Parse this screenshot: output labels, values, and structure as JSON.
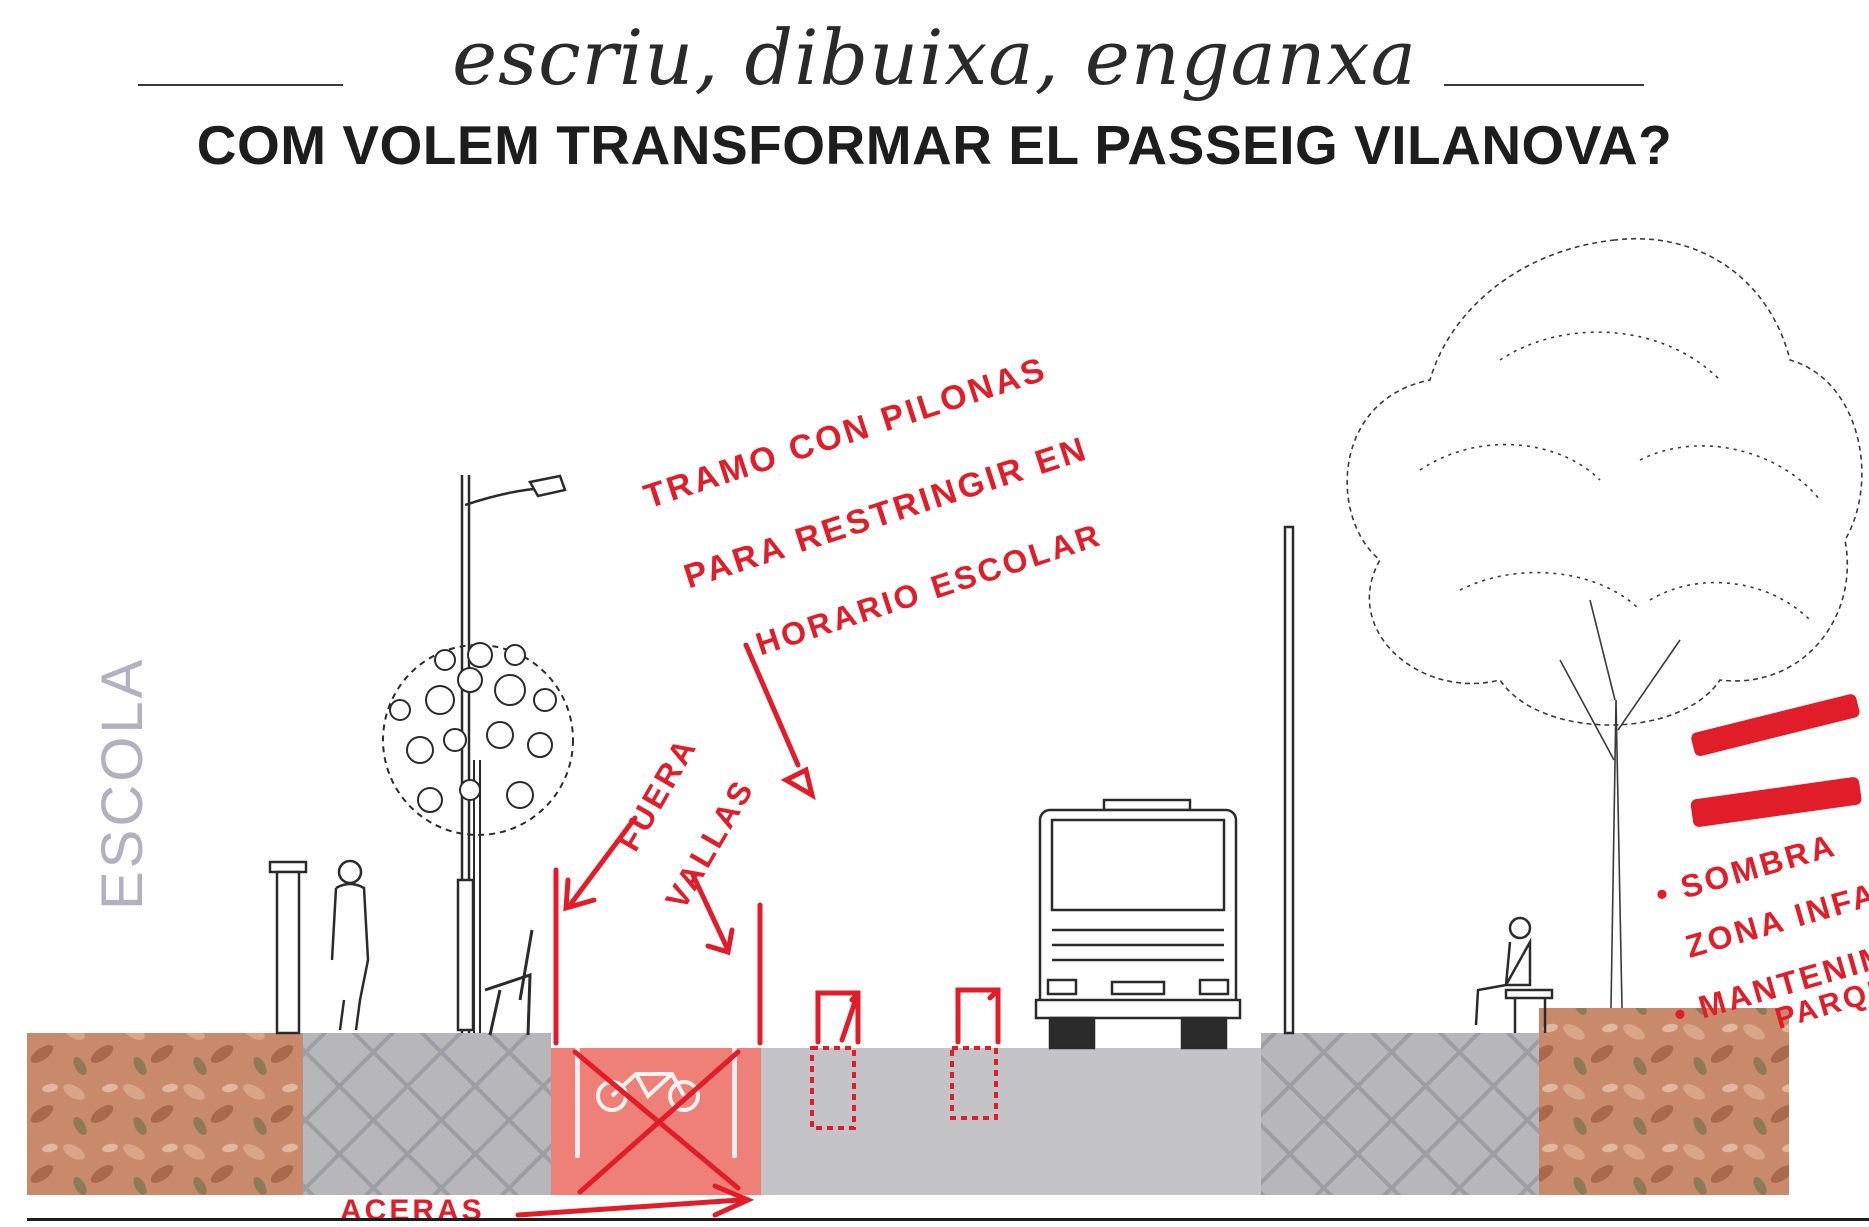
{
  "header": {
    "script_title": "escriu, dibuixa, enganxa",
    "main_title": "COM VOLEM TRANSFORMAR EL PASSEIG VILANOVA?"
  },
  "section_label": "ESCOLA",
  "annotations": {
    "tramo_lines": [
      "TRAMO CON PILONAS",
      "PARA RESTRINGIR EN",
      "HORARIO ESCOLAR"
    ],
    "fuera_lines": [
      "FUERA",
      "VALLAS"
    ],
    "right_lines": [
      "• SOMBRA",
      "ZONA INFANT",
      "• MANTENIMIE",
      "PARQUE"
    ],
    "aceras": "ACERAS"
  },
  "colors": {
    "ink": "#e21d2a",
    "leaves": "#c98a6c",
    "pavers": "#b6b6bb",
    "road": "#c4c4c8",
    "bike_lane": "#ef8078"
  }
}
